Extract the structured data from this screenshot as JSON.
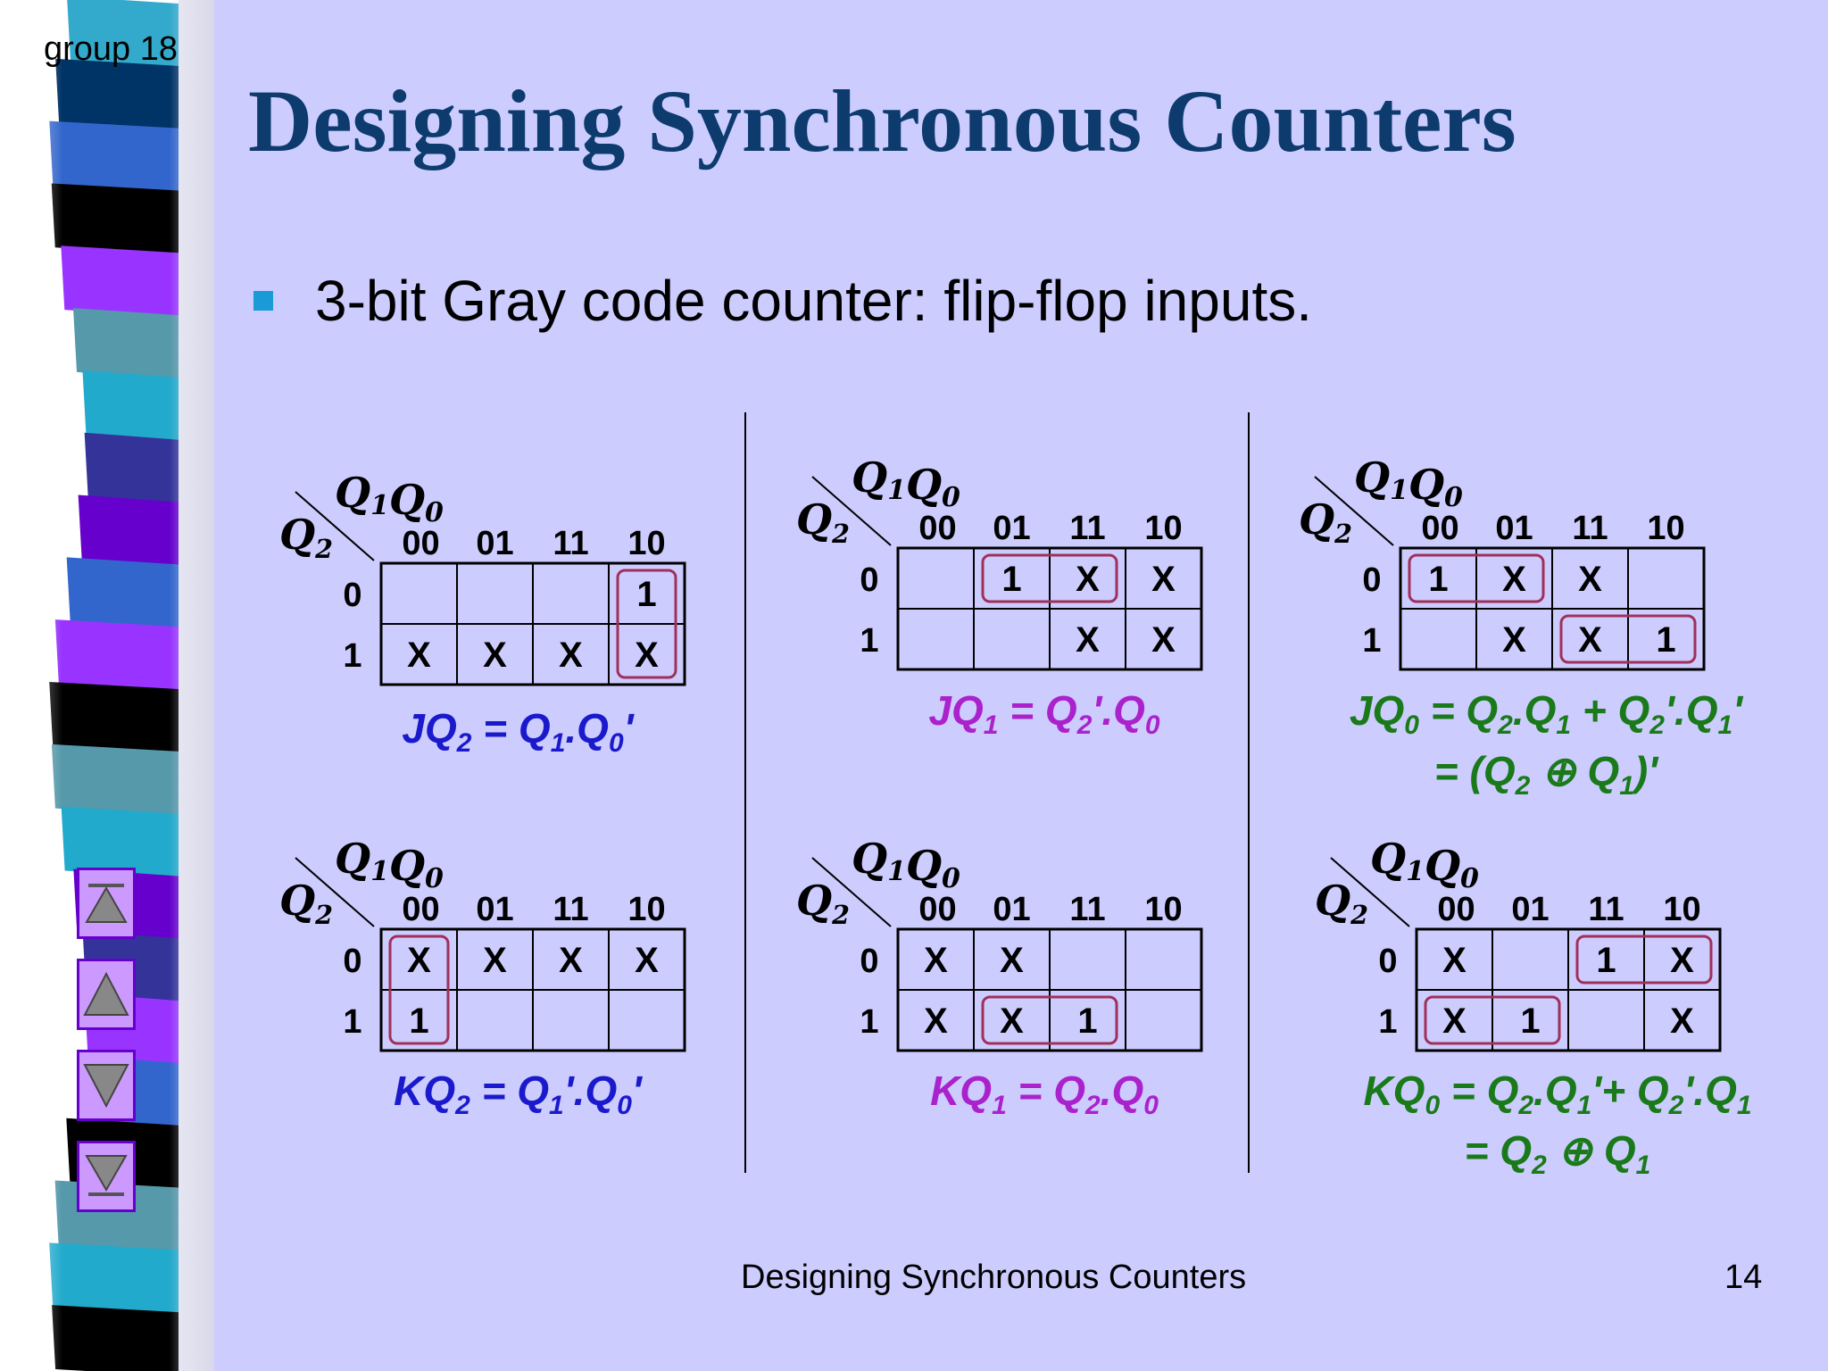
{
  "slide": {
    "corner_label": "group 18",
    "title": "Designing Synchronous Counters",
    "bullet": "3-bit Gray code counter: flip-flop inputs.",
    "footer": "Designing Synchronous Counters",
    "page_number": "14"
  },
  "colors": {
    "background": "#ccccff",
    "title": "#0d3b6e",
    "bullet": "#1a9bd7",
    "blue_equation": "#1a1acc",
    "purple_equation": "#aa22cc",
    "green_equation": "#1a7a1a",
    "group_loop": "#a0305a"
  },
  "kmap_labels": {
    "row_var": "Q2",
    "col_vars": "Q1Q0",
    "col_codes": [
      "00",
      "01",
      "11",
      "10"
    ],
    "row_codes": [
      "0",
      "1"
    ]
  },
  "kmaps": [
    {
      "id": "jq2",
      "cells": [
        [
          "",
          "",
          "",
          "1"
        ],
        [
          "X",
          "X",
          "X",
          "X"
        ]
      ],
      "color": "blue",
      "equation": [
        [
          [
            "JQ",
            "n"
          ],
          [
            "2",
            "s"
          ],
          [
            " = Q",
            "n"
          ],
          [
            "1",
            "s"
          ],
          [
            ".Q",
            "n"
          ],
          [
            "0",
            "s"
          ],
          [
            "'",
            "n"
          ]
        ]
      ]
    },
    {
      "id": "kq2",
      "cells": [
        [
          "X",
          "X",
          "X",
          "X"
        ],
        [
          "1",
          "",
          "",
          ""
        ]
      ],
      "color": "blue",
      "equation": [
        [
          [
            "KQ",
            "n"
          ],
          [
            "2",
            "s"
          ],
          [
            " = Q",
            "n"
          ],
          [
            "1",
            "s"
          ],
          [
            "'.Q",
            "n"
          ],
          [
            "0",
            "s"
          ],
          [
            "'",
            "n"
          ]
        ]
      ]
    },
    {
      "id": "jq1",
      "cells": [
        [
          "",
          "1",
          "X",
          "X"
        ],
        [
          "",
          "",
          "X",
          "X"
        ]
      ],
      "color": "purple",
      "equation": [
        [
          [
            "JQ",
            "n"
          ],
          [
            "1",
            "s"
          ],
          [
            " = Q",
            "n"
          ],
          [
            "2",
            "s"
          ],
          [
            "'.Q",
            "n"
          ],
          [
            "0",
            "s"
          ]
        ]
      ]
    },
    {
      "id": "kq1",
      "cells": [
        [
          "X",
          "X",
          "",
          ""
        ],
        [
          "X",
          "X",
          "1",
          ""
        ]
      ],
      "color": "purple",
      "equation": [
        [
          [
            "KQ",
            "n"
          ],
          [
            "1",
            "s"
          ],
          [
            " = Q",
            "n"
          ],
          [
            "2",
            "s"
          ],
          [
            ".Q",
            "n"
          ],
          [
            "0",
            "s"
          ]
        ]
      ]
    },
    {
      "id": "jq0",
      "cells": [
        [
          "1",
          "X",
          "X",
          ""
        ],
        [
          "",
          "X",
          "X",
          "1"
        ]
      ],
      "color": "green",
      "equation": [
        [
          [
            "JQ",
            "n"
          ],
          [
            "0",
            "s"
          ],
          [
            " = Q",
            "n"
          ],
          [
            "2",
            "s"
          ],
          [
            ".Q",
            "n"
          ],
          [
            "1",
            "s"
          ],
          [
            " + Q",
            "n"
          ],
          [
            "2",
            "s"
          ],
          [
            "'.Q",
            "n"
          ],
          [
            "1",
            "s"
          ],
          [
            "'",
            "n"
          ]
        ],
        [
          [
            "= (Q",
            "n"
          ],
          [
            "2",
            "s"
          ],
          [
            " ⊕ Q",
            "n"
          ],
          [
            "1",
            "s"
          ],
          [
            ")'",
            "n"
          ]
        ]
      ]
    },
    {
      "id": "kq0",
      "cells": [
        [
          "X",
          "",
          "1",
          "X"
        ],
        [
          "X",
          "1",
          "",
          "X"
        ]
      ],
      "color": "green",
      "equation": [
        [
          [
            "KQ",
            "n"
          ],
          [
            "0",
            "s"
          ],
          [
            " = Q",
            "n"
          ],
          [
            "2",
            "s"
          ],
          [
            ".Q",
            "n"
          ],
          [
            "1",
            "s"
          ],
          [
            "'+ Q",
            "n"
          ],
          [
            "2",
            "s"
          ],
          [
            "'.Q",
            "n"
          ],
          [
            "1",
            "s"
          ]
        ],
        [
          [
            "= Q",
            "n"
          ],
          [
            "2",
            "s"
          ],
          [
            " ⊕ Q",
            "n"
          ],
          [
            "1",
            "s"
          ]
        ]
      ]
    }
  ],
  "nav": [
    {
      "name": "first-slide-button",
      "icon": "first-icon"
    },
    {
      "name": "previous-slide-button",
      "icon": "up-triangle-icon"
    },
    {
      "name": "next-slide-button",
      "icon": "down-triangle-icon"
    },
    {
      "name": "last-slide-button",
      "icon": "last-icon"
    }
  ]
}
